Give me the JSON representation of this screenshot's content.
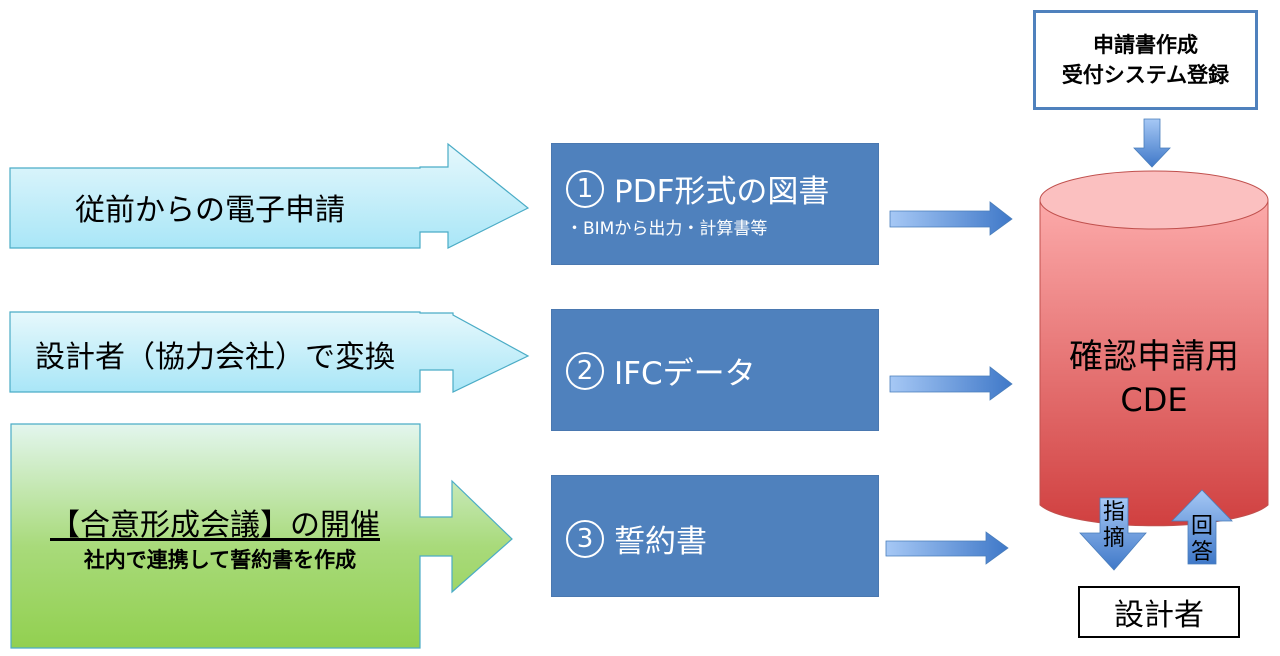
{
  "inputs": [
    {
      "label": "従前からの電子申請",
      "style": "cyan"
    },
    {
      "label": "設計者（協力会社）で変換",
      "style": "cyan"
    },
    {
      "label": "【合意形成会議】の開催",
      "sublabel": "社内で連携して誓約書を作成",
      "style": "green"
    }
  ],
  "deliverables": [
    {
      "number": "1",
      "title": "PDF形式の図書",
      "subtitle": "・BIMから出力・計算書等"
    },
    {
      "number": "2",
      "title": "IFCデータ",
      "subtitle": ""
    },
    {
      "number": "3",
      "title": "誓約書",
      "subtitle": ""
    }
  ],
  "system_box": {
    "line1": "申請書作成",
    "line2": "受付システム登録"
  },
  "cde": {
    "line1": "確認申請用",
    "line2": "CDE"
  },
  "feedback": {
    "down_label": [
      "指",
      "摘"
    ],
    "up_label": [
      "回",
      "答"
    ]
  },
  "designer": {
    "label": "設計者"
  },
  "colors": {
    "cyan_top": "#e6f8fc",
    "cyan_bottom": "#a9e6f7",
    "green_top": "#e3f6ee",
    "green_bottom": "#92d050",
    "blue_box": "#4f81bd",
    "cde_top": "#f9b7b7",
    "cde_bottom": "#d04545",
    "arrow_light": "#a6c8f5",
    "arrow_dark": "#3f78c8"
  }
}
